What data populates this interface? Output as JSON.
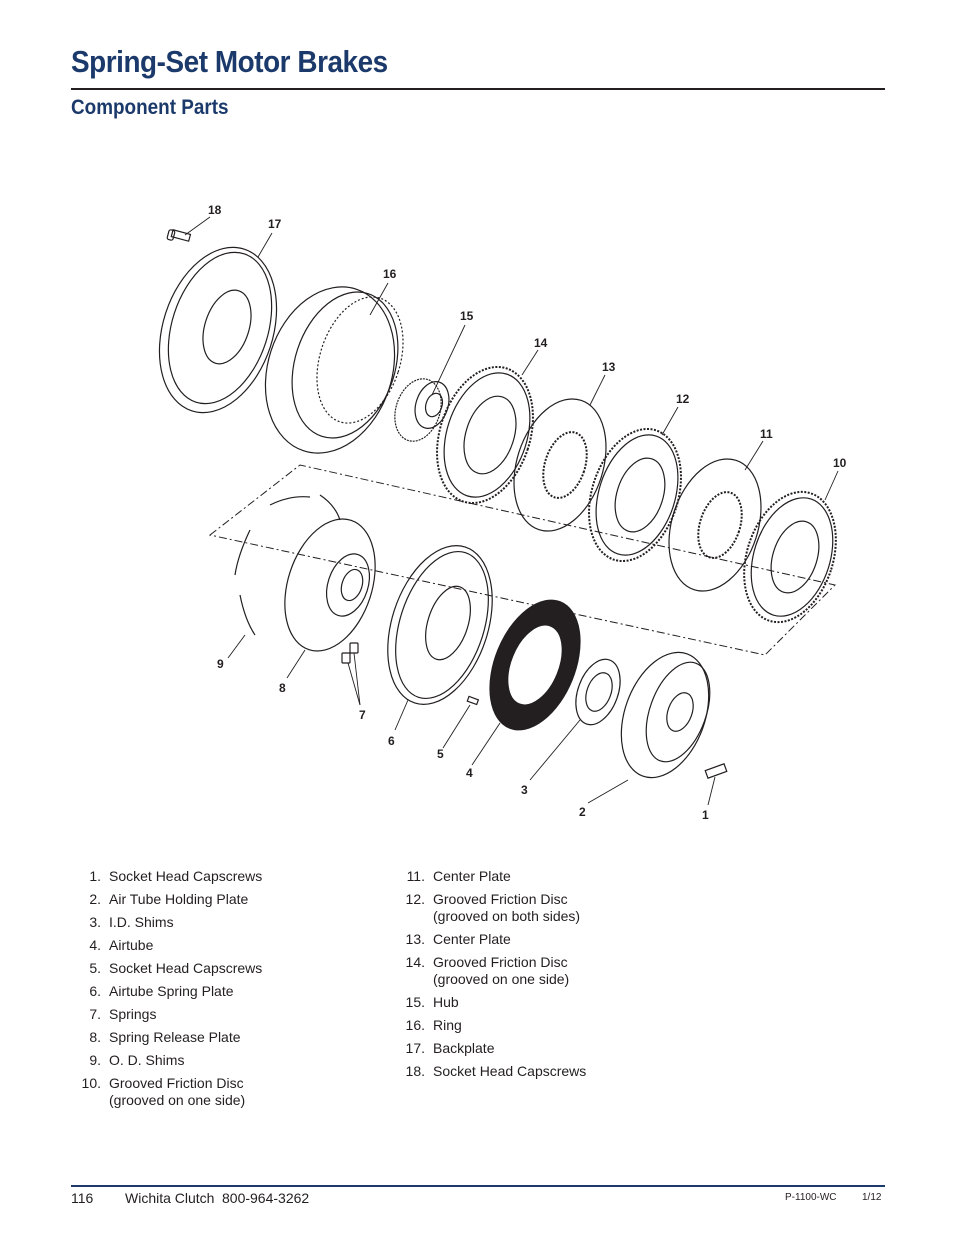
{
  "header": {
    "title": "Spring-Set Motor Brakes",
    "subtitle": "Component Parts"
  },
  "diagram": {
    "callouts": [
      "18",
      "17",
      "16",
      "15",
      "14",
      "13",
      "12",
      "11",
      "10",
      "9",
      "8",
      "7",
      "6",
      "5",
      "4",
      "3",
      "2",
      "1"
    ]
  },
  "legend": {
    "left": [
      {
        "num": "1.",
        "text": "Socket Head Capscrews"
      },
      {
        "num": "2.",
        "text": "Air Tube Holding Plate"
      },
      {
        "num": "3.",
        "text": "I.D. Shims"
      },
      {
        "num": "4.",
        "text": "Airtube"
      },
      {
        "num": "5.",
        "text": "Socket Head Capscrews"
      },
      {
        "num": "6.",
        "text": "Airtube Spring Plate"
      },
      {
        "num": "7.",
        "text": "Springs"
      },
      {
        "num": "8.",
        "text": "Spring Release Plate"
      },
      {
        "num": "9.",
        "text": "O. D. Shims"
      },
      {
        "num": "10.",
        "text": "Grooved Friction Disc (grooved on one side)"
      }
    ],
    "right": [
      {
        "num": "11.",
        "text": "Center Plate"
      },
      {
        "num": "12.",
        "text": "Grooved Friction Disc (grooved on both sides)"
      },
      {
        "num": "13.",
        "text": "Center Plate"
      },
      {
        "num": "14.",
        "text": "Grooved Friction Disc (grooved on one side)"
      },
      {
        "num": "15.",
        "text": "Hub"
      },
      {
        "num": "16.",
        "text": "Ring"
      },
      {
        "num": "17.",
        "text": "Backplate"
      },
      {
        "num": "18.",
        "text": "Socket Head Capscrews"
      }
    ]
  },
  "footer": {
    "page_number": "116",
    "company": "Wichita Clutch",
    "phone": "800-964-3262",
    "doc_code": "P-1100-WC",
    "date": "1/12"
  },
  "colors": {
    "heading": "#1b3a6b",
    "text": "#231f20"
  }
}
